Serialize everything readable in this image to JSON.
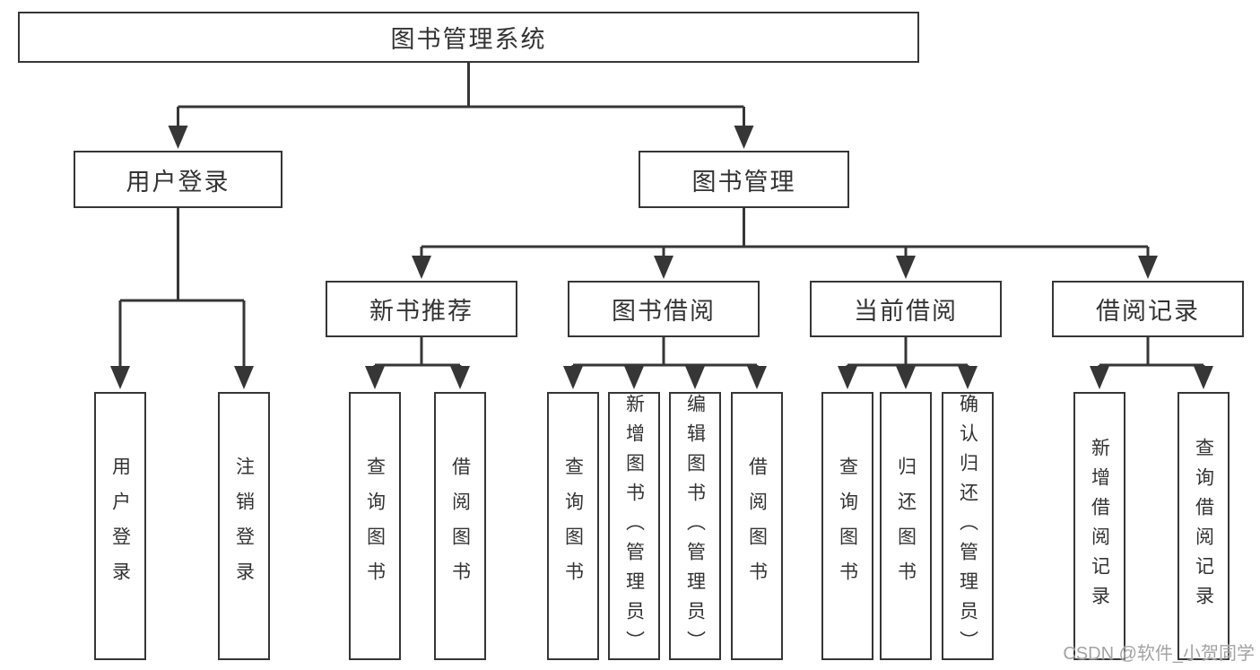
{
  "tree": {
    "root": {
      "label": "图书管理系统"
    },
    "branches": [
      {
        "label": "用户登录",
        "children": [
          {
            "label": "用户登录"
          },
          {
            "label": "注销登录"
          }
        ]
      },
      {
        "label": "图书管理",
        "children": [
          {
            "label": "新书推荐",
            "children": [
              {
                "label": "查询图书"
              },
              {
                "label": "借阅图书"
              }
            ]
          },
          {
            "label": "图书借阅",
            "children": [
              {
                "label": "查询图书"
              },
              {
                "label": "新增图书（管理员）"
              },
              {
                "label": "编辑图书（管理员）"
              },
              {
                "label": "借阅图书"
              }
            ]
          },
          {
            "label": "当前借阅",
            "children": [
              {
                "label": "查询图书"
              },
              {
                "label": "归还图书"
              },
              {
                "label": "确认归还（管理员）"
              }
            ]
          },
          {
            "label": "借阅记录",
            "children": [
              {
                "label": "新增借阅记录"
              },
              {
                "label": "查询借阅记录"
              }
            ]
          }
        ]
      }
    ]
  },
  "watermark": {
    "text": "CSDN @软件_小贺同学"
  },
  "colors": {
    "line": "#363636",
    "text": "#333333",
    "watermark": "#a3a3a3",
    "background": "#ffffff"
  }
}
